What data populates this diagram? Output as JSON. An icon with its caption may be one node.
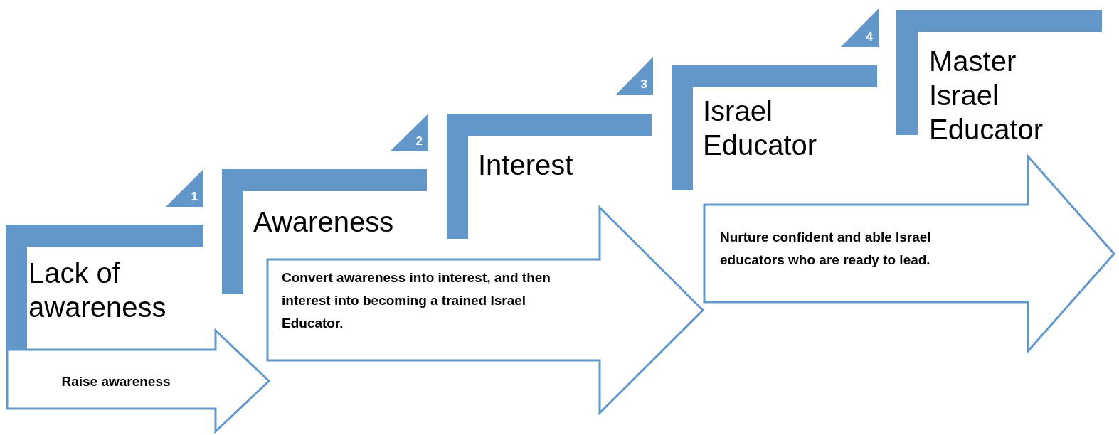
{
  "diagram": {
    "nodes": [
      {
        "text": [
          "Lack of awareness"
        ]
      },
      {
        "text": [
          "1"
        ]
      },
      {
        "text": [
          "Awareness"
        ]
      },
      {
        "text": [
          "2"
        ]
      },
      {
        "text": [
          "Interest"
        ]
      },
      {
        "text": [
          "3"
        ]
      },
      {
        "text": [
          "Israel Educator"
        ]
      },
      {
        "text": [
          "4"
        ]
      },
      {
        "text": [
          "Master Israel Educator"
        ]
      },
      {
        "text": [
          "Raise awareness"
        ]
      },
      {
        "text": [
          "Convert awareness into interest, and then interest into becoming a trained Israel Educator."
        ]
      },
      {
        "text": [
          "Nurture confident and able Israel educators who are ready to lead."
        ]
      }
    ]
  }
}
